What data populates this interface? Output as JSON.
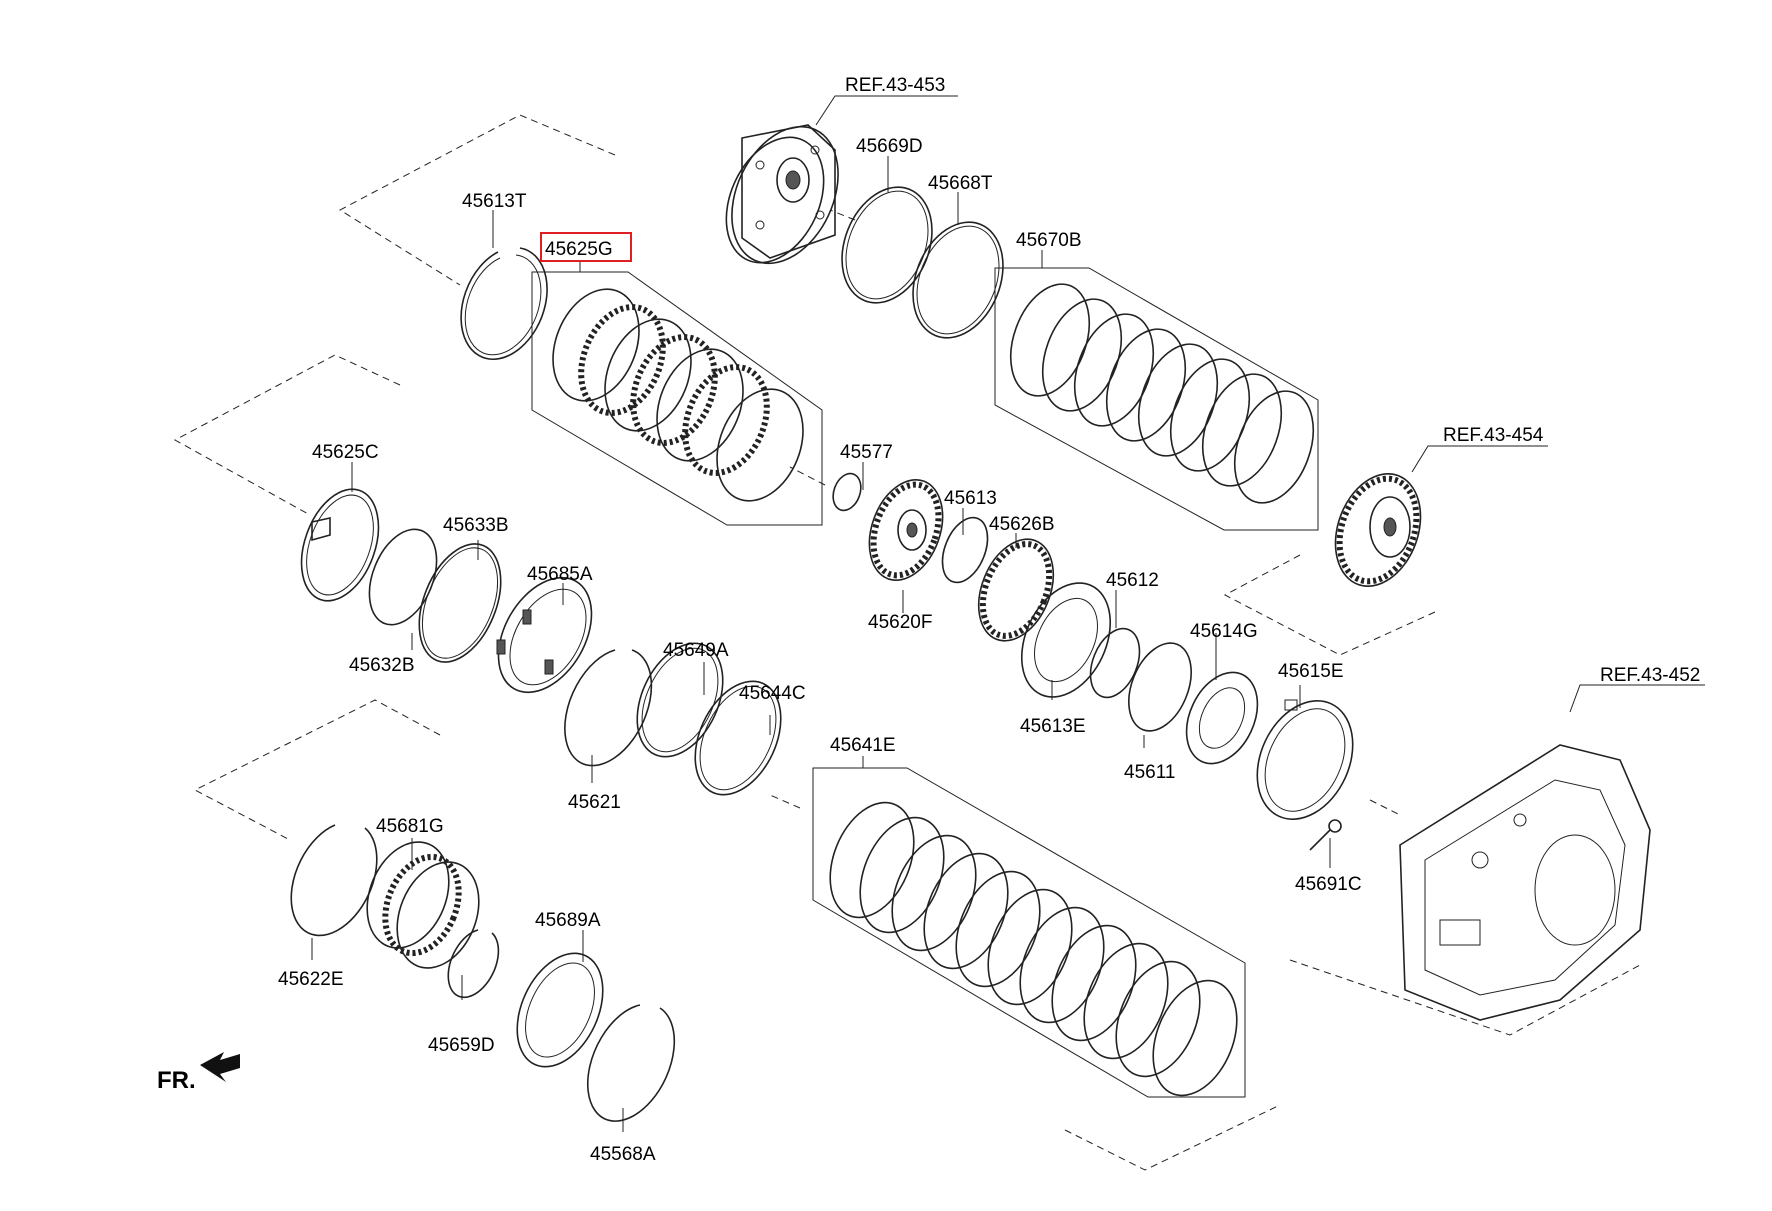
{
  "labels": {
    "ref_453": "REF.43-453",
    "ref_454": "REF.43-454",
    "ref_452": "REF.43-452",
    "p45669D": "45669D",
    "p45668T": "45668T",
    "p45613T": "45613T",
    "p45625G": "45625G",
    "p45670B": "45670B",
    "p45625C": "45625C",
    "p45577": "45577",
    "p45613": "45613",
    "p45626B": "45626B",
    "p45633B": "45633B",
    "p45685A": "45685A",
    "p45620F": "45620F",
    "p45612": "45612",
    "p45632B": "45632B",
    "p45614G": "45614G",
    "p45649A": "45649A",
    "p45644C": "45644C",
    "p45615E": "45615E",
    "p45613E": "45613E",
    "p45641E": "45641E",
    "p45611": "45611",
    "p45621": "45621",
    "p45681G": "45681G",
    "p45691C": "45691C",
    "p45689A": "45689A",
    "p45622E": "45622E",
    "p45659D": "45659D",
    "p45568A": "45568A",
    "fr": "FR."
  },
  "highlight": {
    "part": "45625G",
    "color": "#e02020"
  },
  "icons": {
    "front_arrow": "front-direction-arrow-icon"
  }
}
